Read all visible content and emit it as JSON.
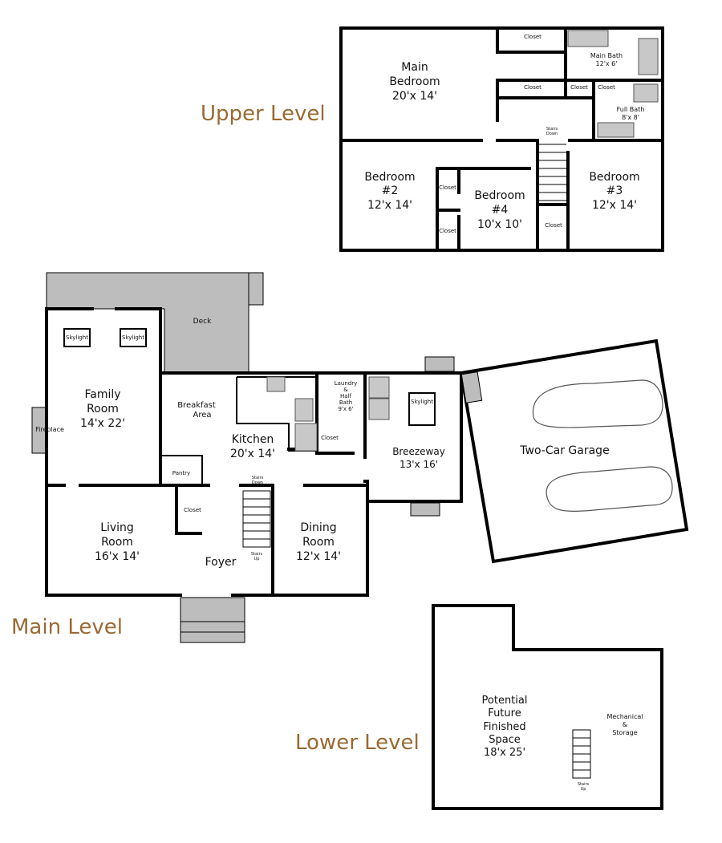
{
  "levels": {
    "upper": "Upper Level",
    "main": "Main Level",
    "lower": "Lower Level"
  },
  "colors": {
    "level_label": "#9a6a33",
    "deck": "#bdbdbd",
    "walls": "#000000"
  },
  "upper": {
    "main_bedroom": [
      "Main",
      "Bedroom",
      "20'x 14'"
    ],
    "main_bath": [
      "Main Bath",
      "12'x 6'"
    ],
    "full_bath": [
      "Full Bath",
      "8'x 8'"
    ],
    "closet": "Closet",
    "stairs": [
      "Stairs",
      "Down"
    ],
    "bedroom2": [
      "Bedroom",
      "#2",
      "12'x 14'"
    ],
    "bedroom4": [
      "Bedroom",
      "#4",
      "10'x 10'"
    ],
    "bedroom3": [
      "Bedroom",
      "#3",
      "12'x 14'"
    ]
  },
  "main": {
    "deck": "Deck",
    "skylight": "Skylight",
    "family_room": [
      "Family",
      "Room",
      "14'x 22'"
    ],
    "fireplace": "Fireplace",
    "breakfast": [
      "Breakfast",
      "Area"
    ],
    "kitchen": [
      "Kitchen",
      "20'x 14'"
    ],
    "laundry": [
      "Laundry",
      "&",
      "Half",
      "Bath",
      "9'x 6'"
    ],
    "closet": "Closet",
    "pantry": "Pantry",
    "breezeway": [
      "Breezeway",
      "13'x 16'"
    ],
    "garage": "Two-Car Garage",
    "living": [
      "Living",
      "Room",
      "16'x 14'"
    ],
    "foyer": "Foyer",
    "dining": [
      "Dining",
      "Room",
      "12'x 14'"
    ],
    "stairs_down": [
      "Stairs",
      "Down"
    ],
    "stairs_up": [
      "Stairs",
      "Up"
    ]
  },
  "lower": {
    "finished": [
      "Potential",
      "Future",
      "Finished",
      "Space",
      "18'x 25'"
    ],
    "mechanical": [
      "Mechanical",
      "&",
      "Storage"
    ],
    "stairs_up": [
      "Stairs",
      "Up"
    ]
  }
}
